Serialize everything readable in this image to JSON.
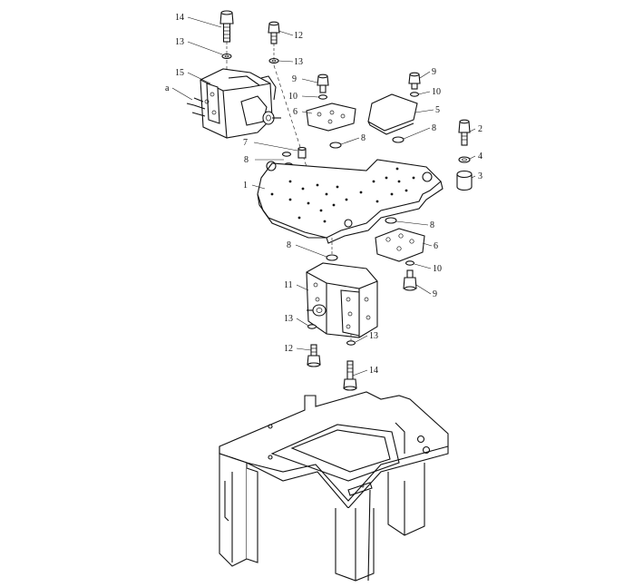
{
  "callouts": [
    {
      "id": "c14a",
      "text": "14"
    },
    {
      "id": "c13a",
      "text": "13"
    },
    {
      "id": "c15",
      "text": "15"
    },
    {
      "id": "ca",
      "text": "a"
    },
    {
      "id": "c12a",
      "text": "12"
    },
    {
      "id": "c13b",
      "text": "13"
    },
    {
      "id": "c9a",
      "text": "9"
    },
    {
      "id": "c10a",
      "text": "10"
    },
    {
      "id": "c6a",
      "text": "6"
    },
    {
      "id": "c9b",
      "text": "9"
    },
    {
      "id": "c10b",
      "text": "10"
    },
    {
      "id": "c5",
      "text": "5"
    },
    {
      "id": "c8a",
      "text": "8"
    },
    {
      "id": "c8b",
      "text": "8"
    },
    {
      "id": "c7",
      "text": "7"
    },
    {
      "id": "c8c",
      "text": "8"
    },
    {
      "id": "c2",
      "text": "2"
    },
    {
      "id": "c4",
      "text": "4"
    },
    {
      "id": "c3",
      "text": "3"
    },
    {
      "id": "c1",
      "text": "1"
    },
    {
      "id": "c8d",
      "text": "8"
    },
    {
      "id": "c6b",
      "text": "6"
    },
    {
      "id": "c8e",
      "text": "8"
    },
    {
      "id": "c10c",
      "text": "10"
    },
    {
      "id": "c11",
      "text": "11"
    },
    {
      "id": "c9c",
      "text": "9"
    },
    {
      "id": "c13c",
      "text": "13"
    },
    {
      "id": "c13d",
      "text": "13"
    },
    {
      "id": "c12b",
      "text": "12"
    },
    {
      "id": "c14b",
      "text": "14"
    }
  ]
}
